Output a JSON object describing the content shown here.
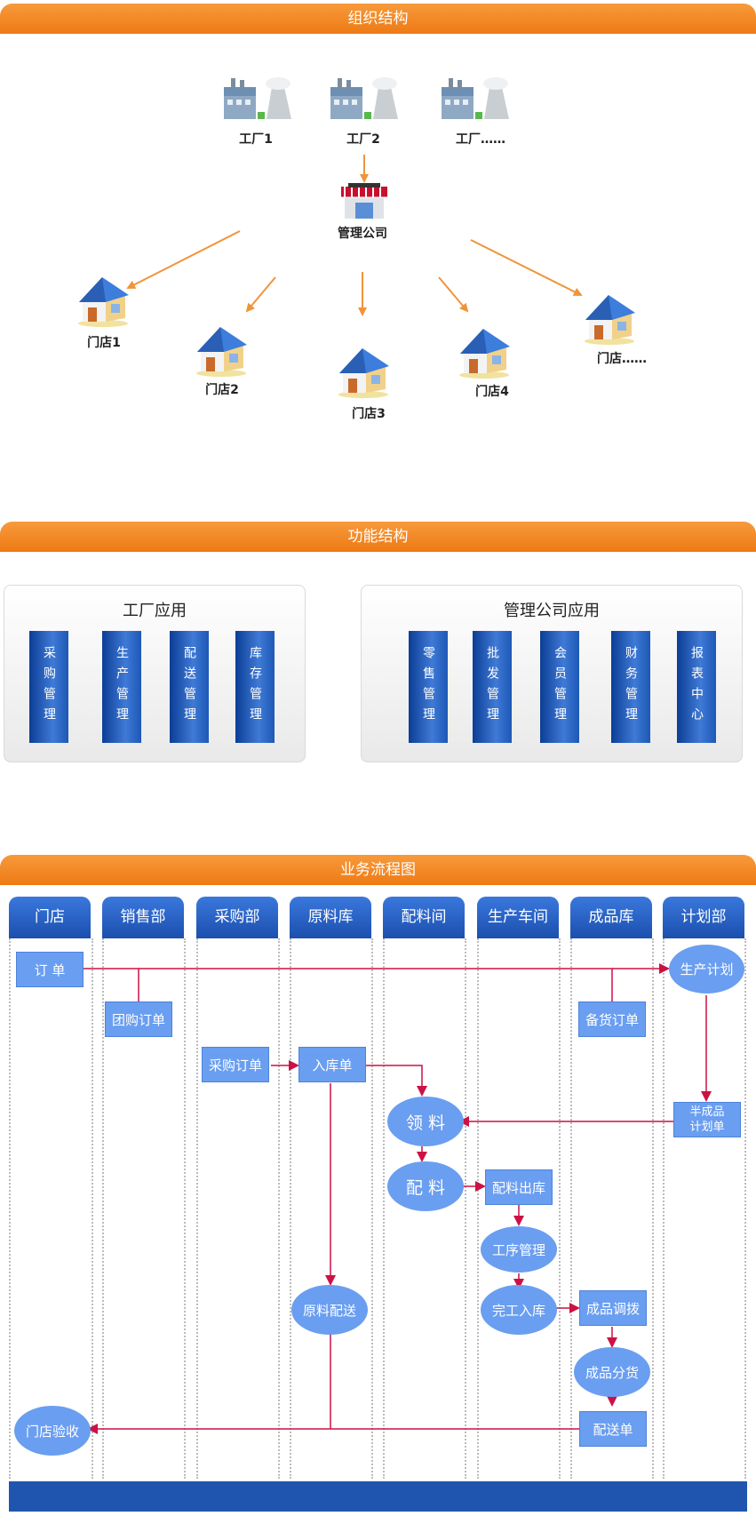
{
  "sections": {
    "org": "组织结构",
    "func": "功能结构",
    "flow": "业务流程图"
  },
  "org": {
    "factories": [
      "工厂1",
      "工厂2",
      "工厂……"
    ],
    "company": "管理公司",
    "stores": [
      "门店1",
      "门店2",
      "门店3",
      "门店4",
      "门店……"
    ]
  },
  "func": {
    "factory_title": "工厂应用",
    "factory_modules": [
      "采购管理",
      "生产管理",
      "配送管理",
      "库存管理"
    ],
    "company_title": "管理公司应用",
    "company_modules": [
      "零售管理",
      "批发管理",
      "会员管理",
      "财务管理",
      "报表中心"
    ]
  },
  "flow": {
    "lanes": [
      "门店",
      "销售部",
      "采购部",
      "原料库",
      "配料间",
      "生产车间",
      "成品库",
      "计划部"
    ],
    "nodes": {
      "order": "订  单",
      "group_order": "团购订单",
      "purchase_order": "采购订单",
      "stock_in": "入库单",
      "prod_plan": "生产计划",
      "stock_order": "备货订单",
      "semi_plan_1": "半成品",
      "semi_plan_2": "计划单",
      "picking": "领 料",
      "batching": "配 料",
      "batch_out": "配料出库",
      "process_mgmt": "工序管理",
      "finish_in": "完工入库",
      "goods_transfer": "成品调拨",
      "goods_dist": "成品分货",
      "raw_delivery": "原料配送",
      "store_accept": "门店验收",
      "delivery_note": "配送单"
    }
  },
  "colors": {
    "orange": "#ee7a14",
    "blue_dark": "#1b4fae",
    "node_blue": "#6a9ef0",
    "flow_line": "#cc1144",
    "org_arrow": "#f0943a"
  }
}
